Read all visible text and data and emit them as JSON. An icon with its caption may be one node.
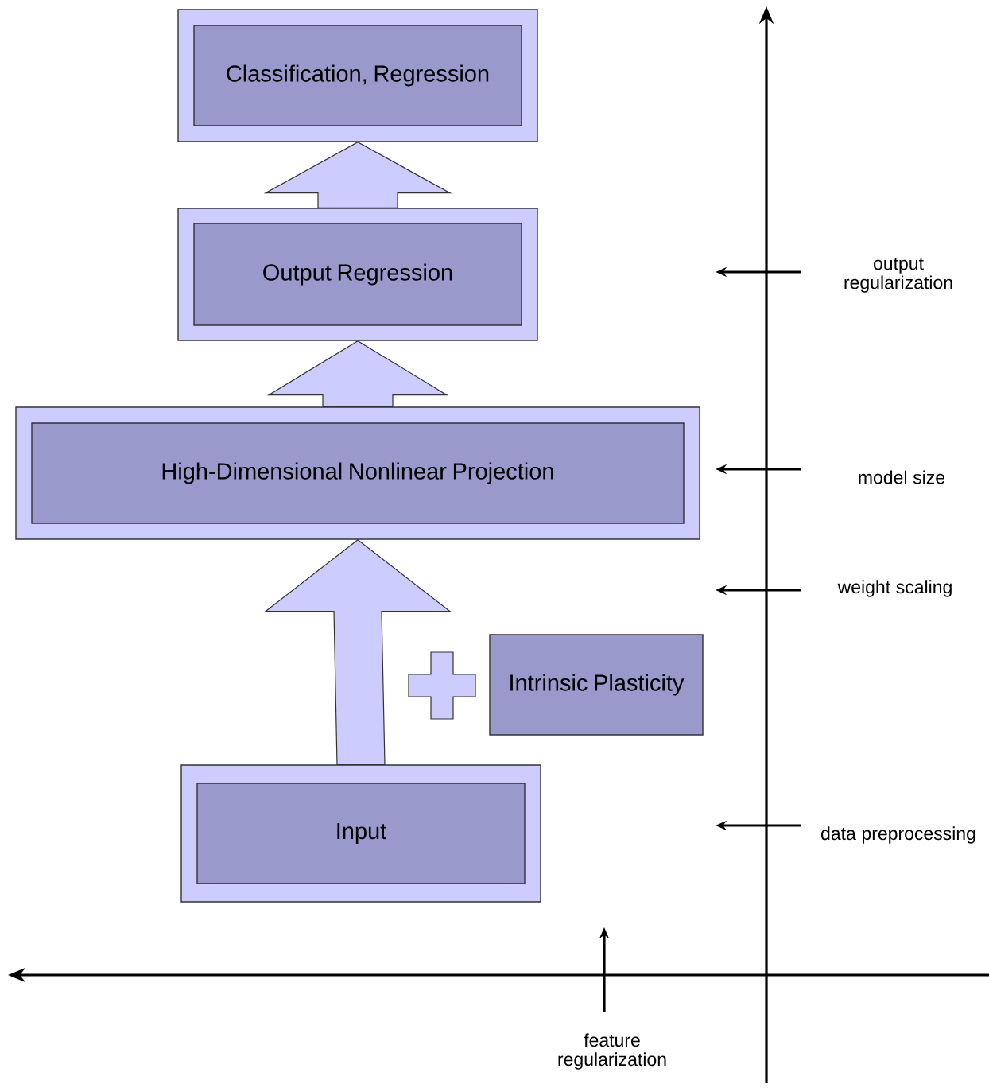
{
  "diagram": {
    "nodes": [
      {
        "text": [],
        "shape": "box"
      },
      {
        "text": [
          "Classification, Regression"
        ],
        "in": 0
      },
      {
        "text": [],
        "shape": "box"
      },
      {
        "text": [
          "Output Regression"
        ],
        "in": 2
      },
      {
        "text": [],
        "shape": "box"
      },
      {
        "text": [
          "High-Dimensional Nonlinear Projection"
        ],
        "in": 4
      },
      {
        "text": [
          "Intrinsic Plasticity"
        ]
      },
      {
        "text": [],
        "shape": "box"
      },
      {
        "text": [
          "Input"
        ],
        "in": 7
      }
    ],
    "edges": [
      {
        "from": 2,
        "to": 0,
        "arrow": "to"
      },
      {
        "from": 4,
        "to": 2,
        "arrow": "to"
      },
      {
        "from": 7,
        "to": 4,
        "arrow": "to"
      }
    ],
    "labels": [
      "output regularization",
      "model size",
      "weight scaling",
      "data preprocessing",
      "feature regularization"
    ]
  }
}
